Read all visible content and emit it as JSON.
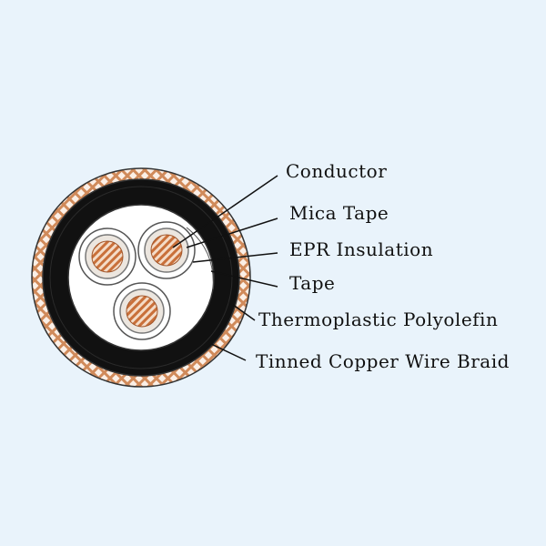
{
  "labels": {
    "conductor": "Conductor",
    "mica_tape": "Mica Tape",
    "epr_insulation": "EPR Insulation",
    "tape": "Tape",
    "sheath": "Thermoplastic Polyolefin",
    "braid": "Tinned Copper Wire Braid"
  },
  "colors": {
    "background": "#e9f3fb",
    "copper": "#c9703a",
    "sheath": "#111111",
    "braid": "#d08a5a",
    "insulation": "#ffffff",
    "outline": "#444444"
  }
}
